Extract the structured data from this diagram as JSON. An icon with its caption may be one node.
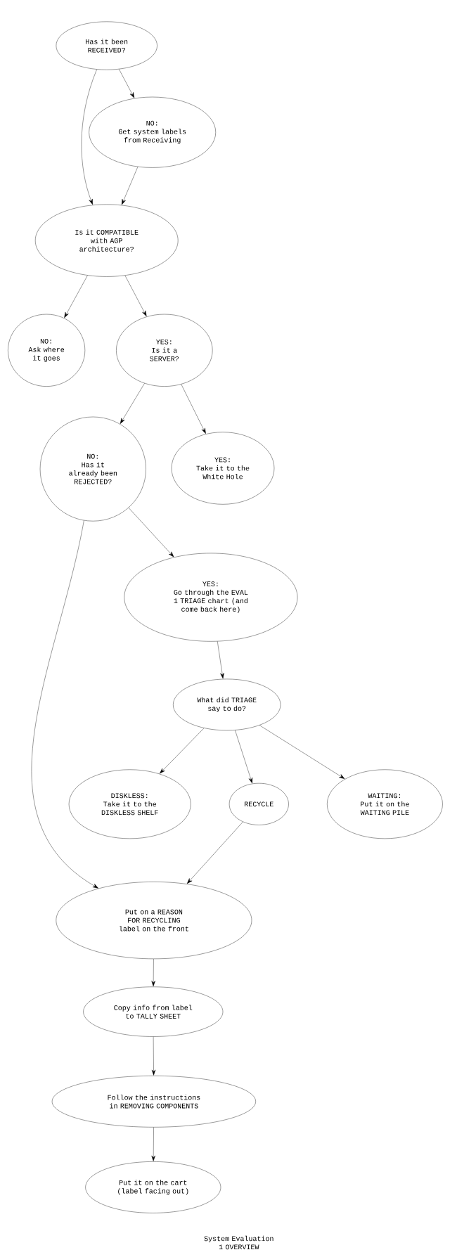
{
  "diagram": {
    "caption": "System Evaluation 1 OVERVIEW",
    "nodes": [
      {
        "text": [
          "Has it been RECEIVED?"
        ]
      },
      {
        "text": [
          "NO:",
          "Get system labels from Receiving"
        ]
      },
      {
        "text": [
          "Is it COMPATIBLE with AGP architecture?"
        ]
      },
      {
        "text": [
          "NO:",
          "Ask where it goes"
        ]
      },
      {
        "text": [
          "YES:",
          "Is it a SERVER?"
        ]
      },
      {
        "text": [
          "NO:",
          "Has it already been REJECTED?"
        ]
      },
      {
        "text": [
          "YES:",
          "Take it to the White Hole"
        ]
      },
      {
        "text": [
          "YES:",
          "Go through the EVAL 1 TRIAGE chart (and come back here)"
        ]
      },
      {
        "text": [
          "What did TRIAGE say to do?"
        ]
      },
      {
        "text": [
          "DISKLESS:",
          "Take it to the DISKLESS SHELF"
        ]
      },
      {
        "text": [
          "RECYCLE"
        ]
      },
      {
        "text": [
          "WAITING:",
          "Put it on the WAITING PILE"
        ]
      },
      {
        "text": [
          "Put on a REASON FOR RECYCLING label on the front"
        ]
      },
      {
        "text": [
          "Copy info from label to TALLY SHEET"
        ]
      },
      {
        "text": [
          "Follow the instructions in REMOVING COMPONENTS"
        ]
      },
      {
        "text": [
          "Put it on the cart (label facing out)"
        ]
      }
    ],
    "edges": [
      {
        "from": 0,
        "to": 1,
        "arrow": "to"
      },
      {
        "from": 0,
        "to": 2,
        "arrow": "to"
      },
      {
        "from": 1,
        "to": 2,
        "arrow": "to"
      },
      {
        "from": 2,
        "to": 3,
        "arrow": "to"
      },
      {
        "from": 2,
        "to": 4,
        "arrow": "to"
      },
      {
        "from": 4,
        "to": 5,
        "arrow": "to"
      },
      {
        "from": 4,
        "to": 6,
        "arrow": "to"
      },
      {
        "from": 5,
        "to": 7,
        "arrow": "to"
      },
      {
        "from": 5,
        "to": 12,
        "arrow": "to"
      },
      {
        "from": 7,
        "to": 8,
        "arrow": "to"
      },
      {
        "from": 8,
        "to": 9,
        "arrow": "to"
      },
      {
        "from": 8,
        "to": 10,
        "arrow": "to"
      },
      {
        "from": 8,
        "to": 11,
        "arrow": "to"
      },
      {
        "from": 10,
        "to": 12,
        "arrow": "to"
      },
      {
        "from": 12,
        "to": 13,
        "arrow": "to"
      },
      {
        "from": 13,
        "to": 14,
        "arrow": "to"
      },
      {
        "from": 14,
        "to": 15,
        "arrow": "to"
      }
    ]
  }
}
